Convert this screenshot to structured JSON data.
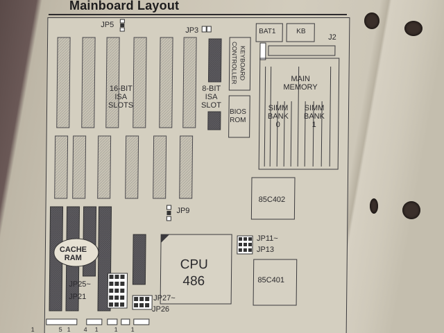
{
  "title": "Mainboard Layout",
  "labels": {
    "isa16": "16-BIT\nISA\nSLOTS",
    "isa8": "8-BIT\nISA\nSLOT",
    "kbd": "KEYBOARD\nCONTROLLER",
    "bios": "BIOS\nROM",
    "bat": "BAT1",
    "kb": "KB",
    "j2": "J2",
    "main_memory": "MAIN\nMEMORY",
    "simm0": "SIMM\nBANK\n0",
    "simm1": "SIMM\nBANK\n1",
    "chip1": "85C402",
    "chip2": "85C401",
    "cpu_line1": "CPU",
    "cpu_line2": "486",
    "cache": "CACHE\nRAM",
    "jp5": "JP5",
    "jp3": "JP3",
    "jp9": "JP9",
    "jp11": "JP11~",
    "jp13": "JP13",
    "jp25": "JP25~",
    "jp21": "JP21",
    "jp27": "JP27~",
    "jp26": "JP26",
    "bottom_nums": [
      "1",
      "5",
      "1",
      "4",
      "1",
      "1",
      "1"
    ]
  }
}
